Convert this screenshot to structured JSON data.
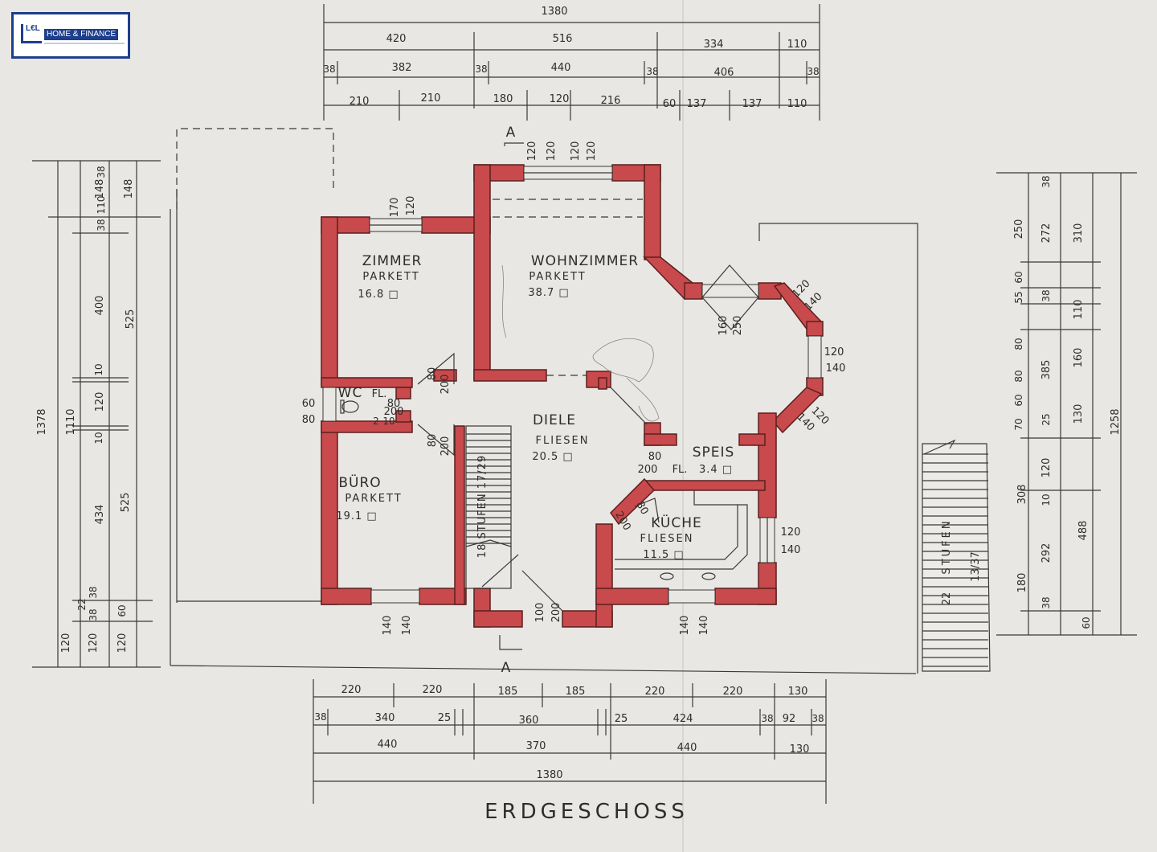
{
  "logo": {
    "mark": "L€L",
    "text": "HOME & FINANCE"
  },
  "title": "ERDGESCHOSS",
  "section_marker": "A",
  "rooms": [
    {
      "name": "ZIMMER",
      "floor": "PARKETT",
      "area": "16.8 □"
    },
    {
      "name": "WOHNZIMMER",
      "floor": "PARKETT",
      "area": "38.7 □"
    },
    {
      "name": "WC",
      "floor": "FL.",
      "area": ""
    },
    {
      "name": "DIELE",
      "floor": "FLIESEN",
      "area": "20.5 □"
    },
    {
      "name": "SPEIS",
      "floor": "FL.",
      "area": "3.4 □"
    },
    {
      "name": "BÜRO",
      "floor": "PARKETT",
      "area": "19.1 □"
    },
    {
      "name": "KÜCHE",
      "floor": "FLIESEN",
      "area": "11.5 □"
    }
  ],
  "stairs": {
    "inner": "18 STUFEN 17/29",
    "outer_count": "22",
    "outer_label": "STUFEN",
    "outer_ratio": "13/37"
  },
  "dims_top": {
    "total": "1380",
    "row1": [
      "420",
      "516",
      "334",
      "110"
    ],
    "row2": [
      "38",
      "382",
      "38",
      "440",
      "38",
      "406",
      "38"
    ],
    "row3": [
      "210",
      "210",
      "180",
      "120",
      "216",
      "60",
      "137",
      "137",
      "110"
    ]
  },
  "dims_bottom": {
    "row1": [
      "220",
      "220",
      "185",
      "185",
      "220",
      "220",
      "130"
    ],
    "row2": [
      "38",
      "340",
      "25",
      "360",
      "25",
      "424",
      "38",
      "92",
      "38"
    ],
    "row3": [
      "440",
      "370",
      "440",
      "130"
    ],
    "total": "1380"
  },
  "dims_left": {
    "total": "1378",
    "col1": [
      "1110",
      "120"
    ],
    "col2": [
      "148",
      "400",
      "10",
      "120",
      "10",
      "434",
      "22",
      "120"
    ],
    "col3": [
      "38",
      "110",
      "38",
      "38",
      "38",
      "60"
    ],
    "col4": [
      "148",
      "525",
      "525",
      "120"
    ]
  },
  "dims_right": {
    "total": "1258",
    "col1": [
      "250",
      "60",
      "55",
      "80",
      "80",
      "60",
      "70",
      "308",
      "180"
    ],
    "col2": [
      "38",
      "272",
      "38",
      "385",
      "25",
      "120",
      "10",
      "292",
      "38",
      "60"
    ],
    "col3": [
      "310",
      "110",
      "160",
      "130",
      "488"
    ]
  },
  "openings": {
    "zimmer_window": [
      "170",
      "120"
    ],
    "wohn_window": [
      "120",
      "120",
      "120",
      "120"
    ],
    "terrace_door": [
      "160",
      "250"
    ],
    "bay_windows": [
      "120",
      "140",
      "120",
      "140",
      "120",
      "140"
    ],
    "wc_window": [
      "60",
      "80"
    ],
    "wc_door": [
      "80",
      "200"
    ],
    "wc_door2": [
      "2",
      "10"
    ],
    "diele_doors": [
      "80",
      "200",
      "80",
      "200"
    ],
    "speis_door": [
      "80",
      "200"
    ],
    "kueche_door": [
      "80",
      "200"
    ],
    "kueche_window": [
      "120",
      "140"
    ],
    "buero_window": [
      "140",
      "140"
    ],
    "entry_door": [
      "100",
      "200"
    ],
    "kueche_bottom_window": [
      "140",
      "140"
    ]
  }
}
